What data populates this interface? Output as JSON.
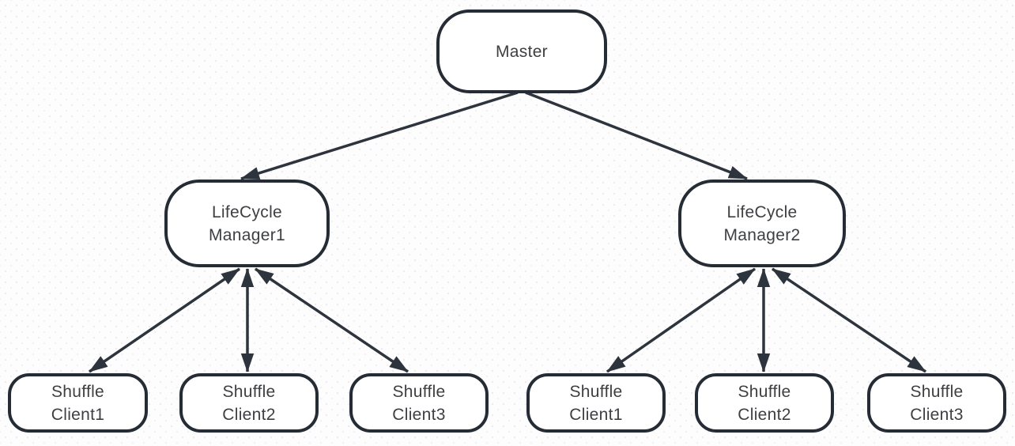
{
  "diagram": {
    "colors": {
      "canvas_background": "#fdfdfe",
      "node_border": "#262c35",
      "node_fill": "#ffffff",
      "edge": "#2e343d",
      "text": "#3d3f42"
    },
    "nodes": {
      "master": {
        "label": "Master"
      },
      "manager1": {
        "label": "LifeCycle\nManager1"
      },
      "manager2": {
        "label": "LifeCycle\nManager2"
      },
      "client1_left": {
        "label": "Shuffle\nClient1"
      },
      "client2_left": {
        "label": "Shuffle\nClient2"
      },
      "client3_left": {
        "label": "Shuffle\nClient3"
      },
      "client1_right": {
        "label": "Shuffle\nClient1"
      },
      "client2_right": {
        "label": "Shuffle\nClient2"
      },
      "client3_right": {
        "label": "Shuffle\nClient3"
      }
    },
    "edges": [
      {
        "from": "master",
        "to": "manager1",
        "direction": "one-way"
      },
      {
        "from": "master",
        "to": "manager2",
        "direction": "one-way"
      },
      {
        "from": "manager1",
        "to": "client1_left",
        "direction": "two-way"
      },
      {
        "from": "manager1",
        "to": "client2_left",
        "direction": "two-way"
      },
      {
        "from": "manager1",
        "to": "client3_left",
        "direction": "two-way"
      },
      {
        "from": "manager2",
        "to": "client1_right",
        "direction": "two-way"
      },
      {
        "from": "manager2",
        "to": "client2_right",
        "direction": "two-way"
      },
      {
        "from": "manager2",
        "to": "client3_right",
        "direction": "two-way"
      }
    ]
  }
}
